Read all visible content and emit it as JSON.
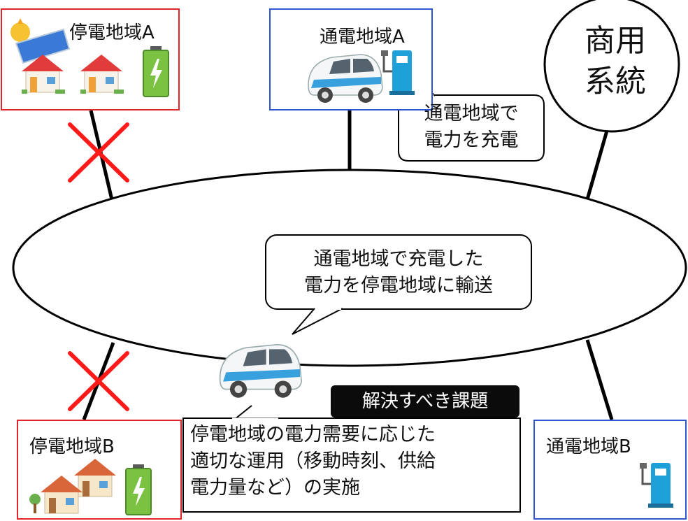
{
  "outage_area_a": {
    "title": "停電地域A"
  },
  "powered_area_a": {
    "title": "通電地域A"
  },
  "commercial_grid": {
    "line1": "商用",
    "line2": "系統"
  },
  "callout_charge": {
    "line1": "通電地域で",
    "line2": "電力を充電"
  },
  "callout_transport": {
    "line1": "通電地域で充電した",
    "line2": "電力を停電地域に輸送"
  },
  "task_label": "解決すべき課題",
  "task_text": {
    "line1": "停電地域の電力需要に応じた",
    "line2": "適切な運用（移動時刻、供給",
    "line3": "電力量など）の実施"
  },
  "outage_area_b": {
    "title": "停電地域B"
  },
  "powered_area_b": {
    "title": "通電地域B"
  },
  "colors": {
    "outage_border": "#e0262b",
    "powered_border": "#2f55d4",
    "cross": "#ff1a1a"
  },
  "icons": [
    "solar-panel-icon",
    "house-icon",
    "battery-icon",
    "ev-car-icon",
    "charging-station-icon",
    "cross-icon"
  ]
}
